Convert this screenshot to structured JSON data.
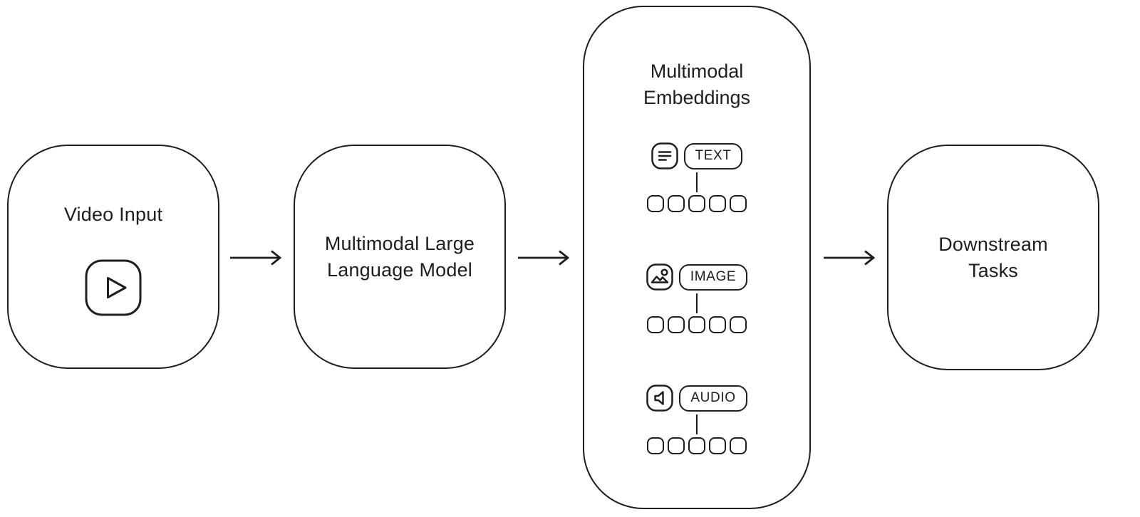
{
  "colors": {
    "stroke": "#1e1e1e",
    "background": "#ffffff"
  },
  "nodes": {
    "video_input": {
      "label": "Video Input"
    },
    "mllm": {
      "label_line1": "Multimodal Large",
      "label_line2": "Language Model"
    },
    "embeddings": {
      "title_line1": "Multimodal",
      "title_line2": "Embeddings",
      "modalities": [
        {
          "id": "text",
          "label": "TEXT",
          "icon": "text-lines-icon",
          "token_count": 5
        },
        {
          "id": "image",
          "label": "IMAGE",
          "icon": "image-icon",
          "token_count": 5
        },
        {
          "id": "audio",
          "label": "AUDIO",
          "icon": "audio-icon",
          "token_count": 5
        }
      ]
    },
    "downstream": {
      "label_line1": "Downstream",
      "label_line2": "Tasks"
    }
  }
}
